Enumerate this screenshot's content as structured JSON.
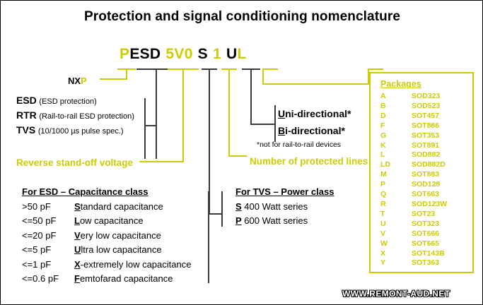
{
  "title": "Protection and signal conditioning nomenclature",
  "colors": {
    "accent_yellow": "#CCCC00",
    "text_black": "#000000",
    "line_gray": "#3A3A3A"
  },
  "part_code": {
    "segments": [
      {
        "text": "P",
        "color": "yellow"
      },
      {
        "text": "ESD",
        "color": "black"
      },
      {
        "text": "5V0",
        "color": "yellow"
      },
      {
        "text": "S",
        "color": "black"
      },
      {
        "text": "1",
        "color": "yellow"
      },
      {
        "text": "U",
        "color": "black"
      },
      {
        "text": "L",
        "color": "yellow"
      }
    ]
  },
  "manufacturer": {
    "prefix": "NX",
    "highlight": "P"
  },
  "technology": {
    "items": [
      {
        "key": "ESD",
        "desc": "(ESD protection)"
      },
      {
        "key": "RTR",
        "desc": "(Rail-to-rail ESD protection)"
      },
      {
        "key": "TVS",
        "desc": "(10/1000 µs pulse spec.)"
      }
    ]
  },
  "reverse_standoff_voltage_label": "Reverse stand-off voltage",
  "esd_table": {
    "header": "For ESD – Capacitance class",
    "rows": [
      {
        "value": ">50 pF",
        "letter": "S",
        "rest": "tandard capacitance"
      },
      {
        "value": "<=50 pF",
        "letter": "L",
        "rest": "ow capacitance"
      },
      {
        "value": "<=20 pF",
        "letter": "V",
        "rest": "ery low capacitance"
      },
      {
        "value": "<=5 pF",
        "letter": "U",
        "rest": "ltra low capacitance"
      },
      {
        "value": "<=1 pF",
        "letter": "X",
        "rest": "-extremely low capacitance"
      },
      {
        "value": "<=0.6 pF",
        "letter": "F",
        "rest": "emtofarad capacitance"
      }
    ]
  },
  "tvs_table": {
    "header": "For TVS – Power class",
    "rows": [
      {
        "letter": "S",
        "rest": "400 Watt series"
      },
      {
        "letter": "P",
        "rest": "600 Watt series"
      }
    ]
  },
  "directionality": {
    "items": [
      {
        "letter": "U",
        "rest": "ni-directional*"
      },
      {
        "letter": "B",
        "rest": "i-directional*"
      }
    ],
    "footnote": "*not for rail-to-rail devices"
  },
  "protected_lines_label": "Number of protected lines",
  "packages": {
    "header": "Packages",
    "rows": [
      {
        "code": "A",
        "package": "SOD323"
      },
      {
        "code": "B",
        "package": "SOD523"
      },
      {
        "code": "D",
        "package": "SOT457"
      },
      {
        "code": "F",
        "package": "SOT886"
      },
      {
        "code": "G",
        "package": "SOT353"
      },
      {
        "code": "K",
        "package": "SOT891"
      },
      {
        "code": "L",
        "package": "SOD882"
      },
      {
        "code": "LD",
        "package": "SOD882D"
      },
      {
        "code": "M",
        "package": "SOT883"
      },
      {
        "code": "P",
        "package": "SOD128"
      },
      {
        "code": "Q",
        "package": "SOT663"
      },
      {
        "code": "R",
        "package": "SOD123W"
      },
      {
        "code": "T",
        "package": "SOT23"
      },
      {
        "code": "U",
        "package": "SOT323"
      },
      {
        "code": "V",
        "package": "SOT666"
      },
      {
        "code": "W",
        "package": "SOT665"
      },
      {
        "code": "X",
        "package": "SOT143B"
      },
      {
        "code": "Y",
        "package": "SOT363"
      }
    ]
  },
  "watermark": "WWW.REMONT-AUD.NET"
}
